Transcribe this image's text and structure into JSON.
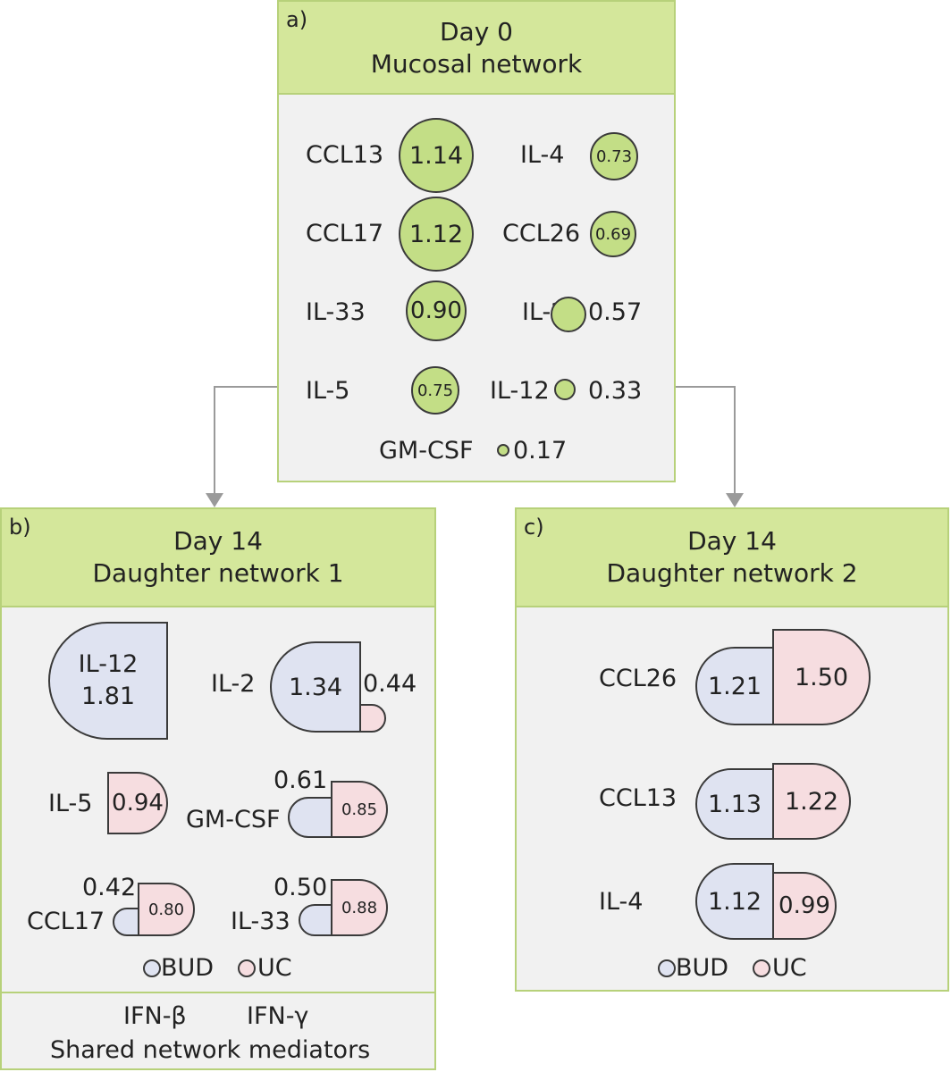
{
  "panel_a": {
    "letter": "a)",
    "title1": "Day 0",
    "title2": "Mucosal network",
    "items": [
      {
        "name": "CCL13",
        "value": "1.14"
      },
      {
        "name": "CCL17",
        "value": "1.12"
      },
      {
        "name": "IL-33",
        "value": "0.90"
      },
      {
        "name": "IL-5",
        "value": "0.75"
      },
      {
        "name": "IL-4",
        "value": "0.73"
      },
      {
        "name": "CCL26",
        "value": "0.69"
      },
      {
        "name": "IL-2",
        "value": "0.57"
      },
      {
        "name": "IL-12",
        "value": "0.33"
      },
      {
        "name": "GM-CSF",
        "value": "0.17"
      }
    ]
  },
  "panel_b": {
    "letter": "b)",
    "title1": "Day 14",
    "title2": "Daughter network 1",
    "items": [
      {
        "name": "IL-12",
        "bud": "1.81"
      },
      {
        "name": "IL-2",
        "bud": "1.34",
        "uc": "0.44"
      },
      {
        "name": "IL-5",
        "uc": "0.94"
      },
      {
        "name": "GM-CSF",
        "bud": "0.61",
        "uc": "0.85"
      },
      {
        "name": "CCL17",
        "bud": "0.42",
        "uc": "0.80"
      },
      {
        "name": "IL-33",
        "bud": "0.50",
        "uc": "0.88"
      }
    ],
    "legend": {
      "bud": "BUD",
      "uc": "UC"
    },
    "shared": {
      "items": [
        "IFN-β",
        "IFN-γ"
      ],
      "caption": "Shared network mediators"
    }
  },
  "panel_c": {
    "letter": "c)",
    "title1": "Day 14",
    "title2": "Daughter network 2",
    "items": [
      {
        "name": "CCL26",
        "bud": "1.21",
        "uc": "1.50"
      },
      {
        "name": "CCL13",
        "bud": "1.13",
        "uc": "1.22"
      },
      {
        "name": "IL-4",
        "bud": "1.12",
        "uc": "0.99"
      }
    ],
    "legend": {
      "bud": "BUD",
      "uc": "UC"
    }
  },
  "colors": {
    "header": "#d4e79b",
    "border": "#b7d17a",
    "node": "#c3de86",
    "bud": "#dfe3f1",
    "uc": "#f6dde0",
    "arrow": "#9a9a9a"
  }
}
